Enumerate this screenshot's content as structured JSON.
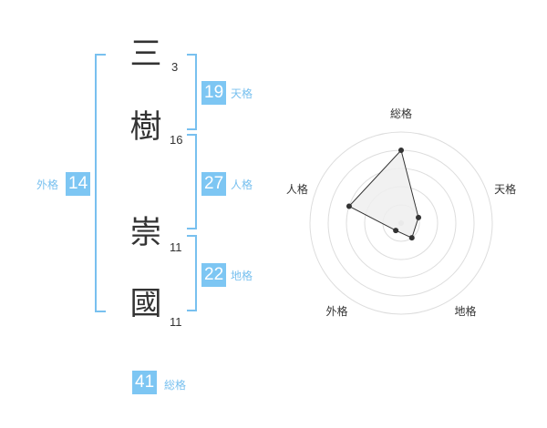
{
  "name": {
    "chars": [
      {
        "char": "三",
        "strokes": "3"
      },
      {
        "char": "樹",
        "strokes": "16"
      },
      {
        "char": "崇",
        "strokes": "11"
      },
      {
        "char": "國",
        "strokes": "11"
      }
    ]
  },
  "fortunes": {
    "tenkaku": {
      "value": "19",
      "label": "天格"
    },
    "jinkaku": {
      "value": "27",
      "label": "人格"
    },
    "chikaku": {
      "value": "22",
      "label": "地格"
    },
    "gaikaku": {
      "value": "14",
      "label": "外格"
    },
    "soukaku": {
      "value": "41",
      "label": "総格"
    }
  },
  "chart_data": {
    "type": "radar",
    "axes": [
      "総格",
      "天格",
      "地格",
      "外格",
      "人格"
    ],
    "values": [
      4,
      1,
      1,
      0.5,
      3
    ],
    "rmax": 5,
    "rings": 5,
    "colors": {
      "fill": "#efefef",
      "line": "#333333",
      "grid": "#dddddd",
      "center": "#cccccc"
    }
  }
}
